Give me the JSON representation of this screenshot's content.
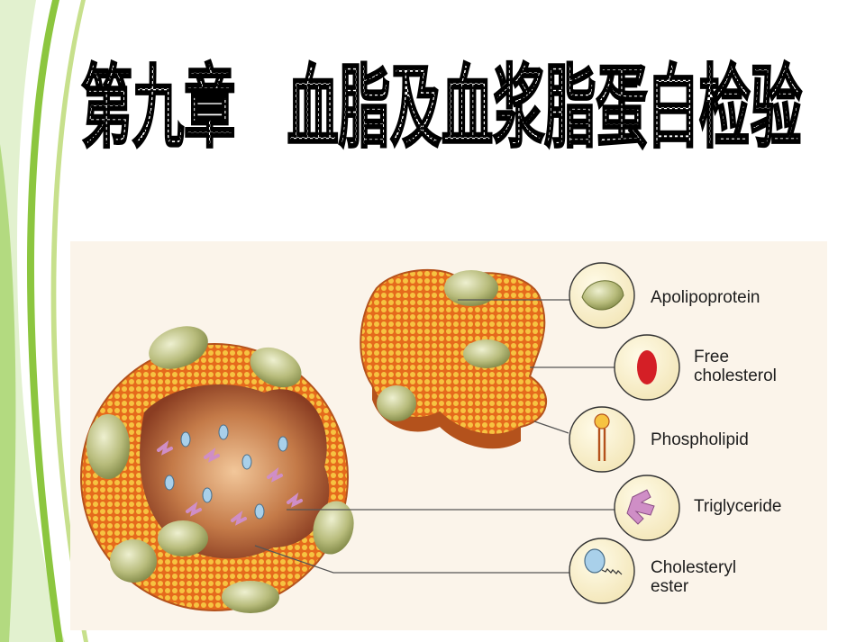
{
  "slide": {
    "title": "第九章　血脂及血浆脂蛋白检验",
    "colors": {
      "accent_green": "#8cc63f",
      "accent_green_light": "#c7e08c",
      "lipid_orange": "#e56a1c",
      "lipid_yellow": "#f6c341",
      "apolipoprotein_olive": "#9aa15a",
      "core_brown": "#9a4a2a",
      "free_cholesterol_red": "#d41f26",
      "triglyceride_violet": "#cf8ec6",
      "cholesteryl_ester_blue": "#a9d0ea"
    }
  },
  "legend": [
    {
      "label": "Apolipoprotein",
      "icon": "apolipoprotein-icon"
    },
    {
      "label": "Free\ncholesterol",
      "icon": "free-cholesterol-icon"
    },
    {
      "label": "Phospholipid",
      "icon": "phospholipid-icon"
    },
    {
      "label": "Triglyceride",
      "icon": "triglyceride-icon"
    },
    {
      "label": "Cholesteryl\nester",
      "icon": "cholesteryl-ester-icon"
    }
  ]
}
